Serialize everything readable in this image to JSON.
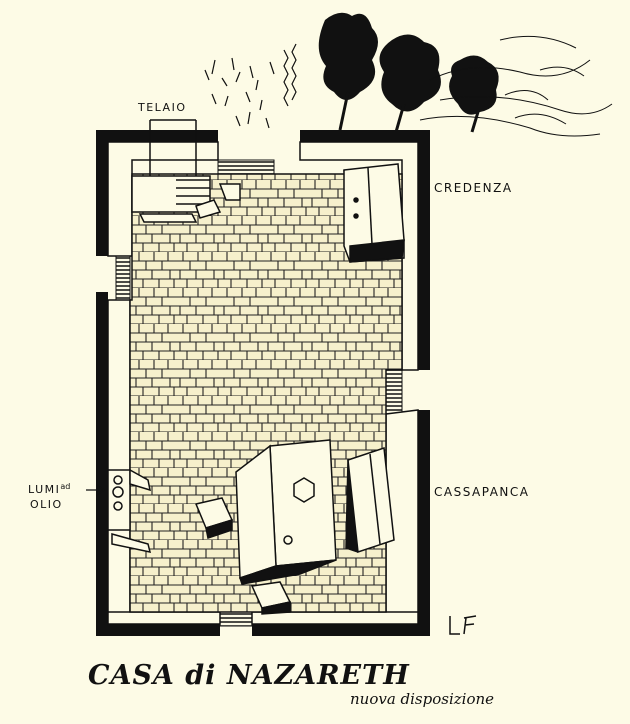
{
  "labels": {
    "telaio": "TELAIO",
    "credenza": "CREDENZA",
    "lumi": "LUMI",
    "lumi_sup": "ad",
    "olio": "OLIO",
    "cassapanca": "CASSAPANCA"
  },
  "title": "CASA di NAZARETH",
  "subtitle": "nuova disposizione",
  "signature": "LF",
  "colors": {
    "paper": "#fdfbe6",
    "ink": "#111111",
    "floor": "#f6f0cc"
  }
}
